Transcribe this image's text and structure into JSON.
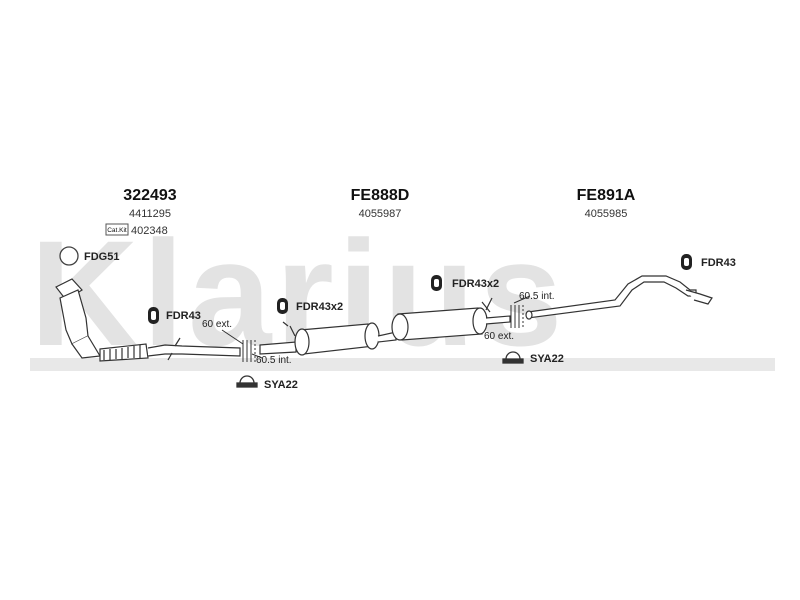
{
  "watermark": {
    "text": "Klarius"
  },
  "assemblies": [
    {
      "part": "322493",
      "ref": "4411295"
    },
    {
      "part": "FE888D",
      "ref": "4055987"
    },
    {
      "part": "FE891A",
      "ref": "4055985"
    }
  ],
  "catkit": {
    "badge": "Cat.Kit",
    "ref": "402348"
  },
  "fittings": {
    "fdg51": "FDG51",
    "fdr43_left": "FDR43",
    "fdr43x2_mid": "FDR43x2",
    "fdr43x2_right": "FDR43x2",
    "fdr43_far": "FDR43",
    "sya22_left": "SYA22",
    "sya22_right": "SYA22"
  },
  "joints": {
    "left_ext": "60 ext.",
    "left_int": "60.5 int.",
    "right_int": "60.5 int.",
    "right_ext": "60 ext."
  },
  "colors": {
    "line": "#333333",
    "watermark": "#e3e3e3"
  }
}
